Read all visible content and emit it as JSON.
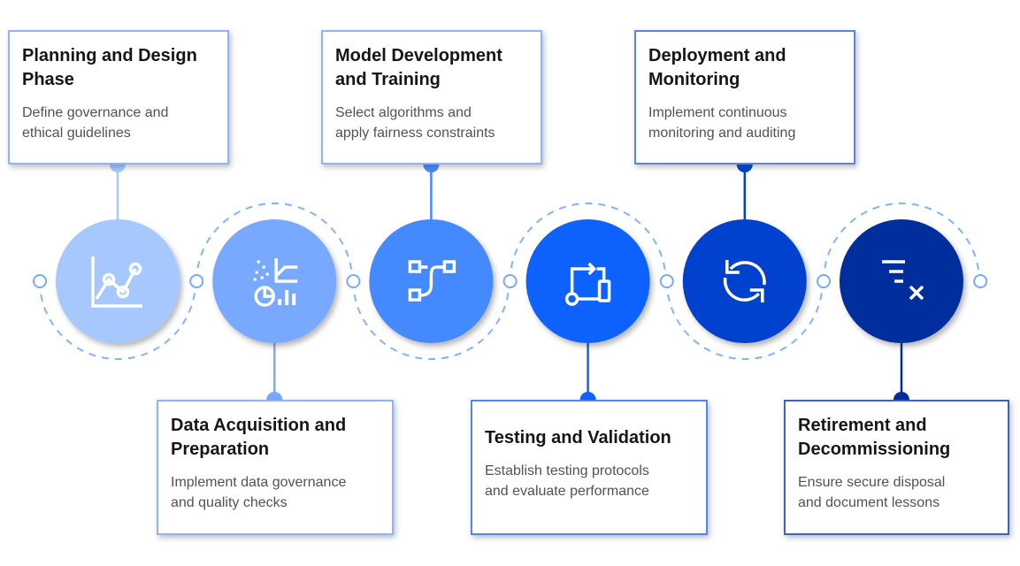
{
  "diagram": {
    "type": "lifecycle-timeline",
    "stages": [
      {
        "title": "Planning and Design Phase",
        "title_lines": [
          "Planning and Design",
          "Phase"
        ],
        "description_lines": [
          "Define governance and",
          "ethical guidelines"
        ],
        "icon": "line-chart-icon",
        "color": "#a6c8ff",
        "card_position": "top"
      },
      {
        "title": "Data Acquisition and Preparation",
        "title_lines": [
          "Data Acquisition and",
          "Preparation"
        ],
        "description_lines": [
          "Implement data governance",
          "and quality checks"
        ],
        "icon": "data-analytics-icon",
        "color": "#78a9ff",
        "card_position": "bottom"
      },
      {
        "title": "Model Development and Training",
        "title_lines": [
          "Model Development",
          "and Training"
        ],
        "description_lines": [
          "Select algorithms and",
          "apply fairness constraints"
        ],
        "icon": "flow-diagram-icon",
        "color": "#4589ff",
        "card_position": "top"
      },
      {
        "title": "Testing and Validation",
        "title_lines": [
          "Testing and Validation"
        ],
        "description_lines": [
          "Establish testing protocols",
          "and evaluate performance"
        ],
        "icon": "workflow-cycle-icon",
        "color": "#0f62fe",
        "card_position": "bottom"
      },
      {
        "title": "Deployment and Monitoring",
        "title_lines": [
          "Deployment and",
          "Monitoring"
        ],
        "description_lines": [
          "Implement continuous",
          "monitoring and auditing"
        ],
        "icon": "renew-icon",
        "color": "#0043ce",
        "card_position": "top"
      },
      {
        "title": "Retirement and Decommissioning",
        "title_lines": [
          "Retirement and",
          "Decommissioning"
        ],
        "description_lines": [
          "Ensure secure disposal",
          "and document lessons"
        ],
        "icon": "filter-remove-icon",
        "color": "#002d9c",
        "card_position": "bottom"
      }
    ],
    "path_color": "#78a9ff",
    "title_color": "#161616",
    "description_color": "#525252"
  }
}
